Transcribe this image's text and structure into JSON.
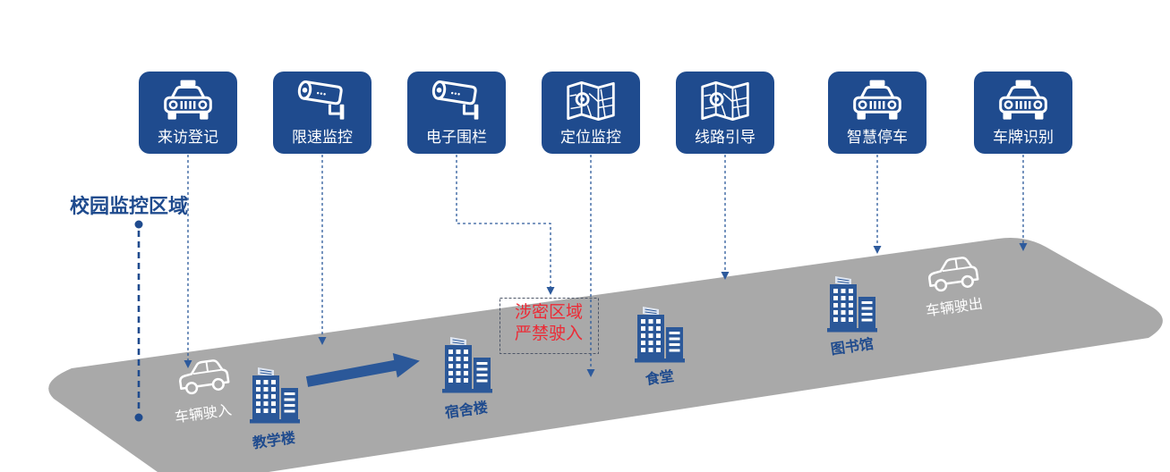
{
  "zone_title": "校园监控区域",
  "modules": [
    {
      "label": "来访登记",
      "icon": "taxi-icon"
    },
    {
      "label": "限速监控",
      "icon": "cctv-camera-icon"
    },
    {
      "label": "电子围栏",
      "icon": "cctv-camera-icon"
    },
    {
      "label": "定位监控",
      "icon": "map-location-icon"
    },
    {
      "label": "线路引导",
      "icon": "map-location-icon"
    },
    {
      "label": "智慧停车",
      "icon": "taxi-icon"
    },
    {
      "label": "车牌识别",
      "icon": "taxi-icon"
    }
  ],
  "road": {
    "entry": {
      "label": "车辆驶入",
      "icon": "car-outline-icon"
    },
    "exit": {
      "label": "车辆驶出",
      "icon": "car-outline-icon"
    },
    "buildings": [
      {
        "label": "教学楼",
        "icon": "building-icon"
      },
      {
        "label": "宿舍楼",
        "icon": "building-icon"
      },
      {
        "label": "食堂",
        "icon": "building-icon"
      },
      {
        "label": "图书馆",
        "icon": "building-icon"
      }
    ],
    "restricted_zone": {
      "line1": "涉密区域",
      "line2": "严禁驶入"
    }
  },
  "colors": {
    "module_blue": "#1f4b8e",
    "building_blue": "#2b5899",
    "road_grey": "#a9a9a9",
    "warning_red": "#ec2b36",
    "connector_blue": "#2d5a9c",
    "label_blue": "#1f4b8e"
  }
}
